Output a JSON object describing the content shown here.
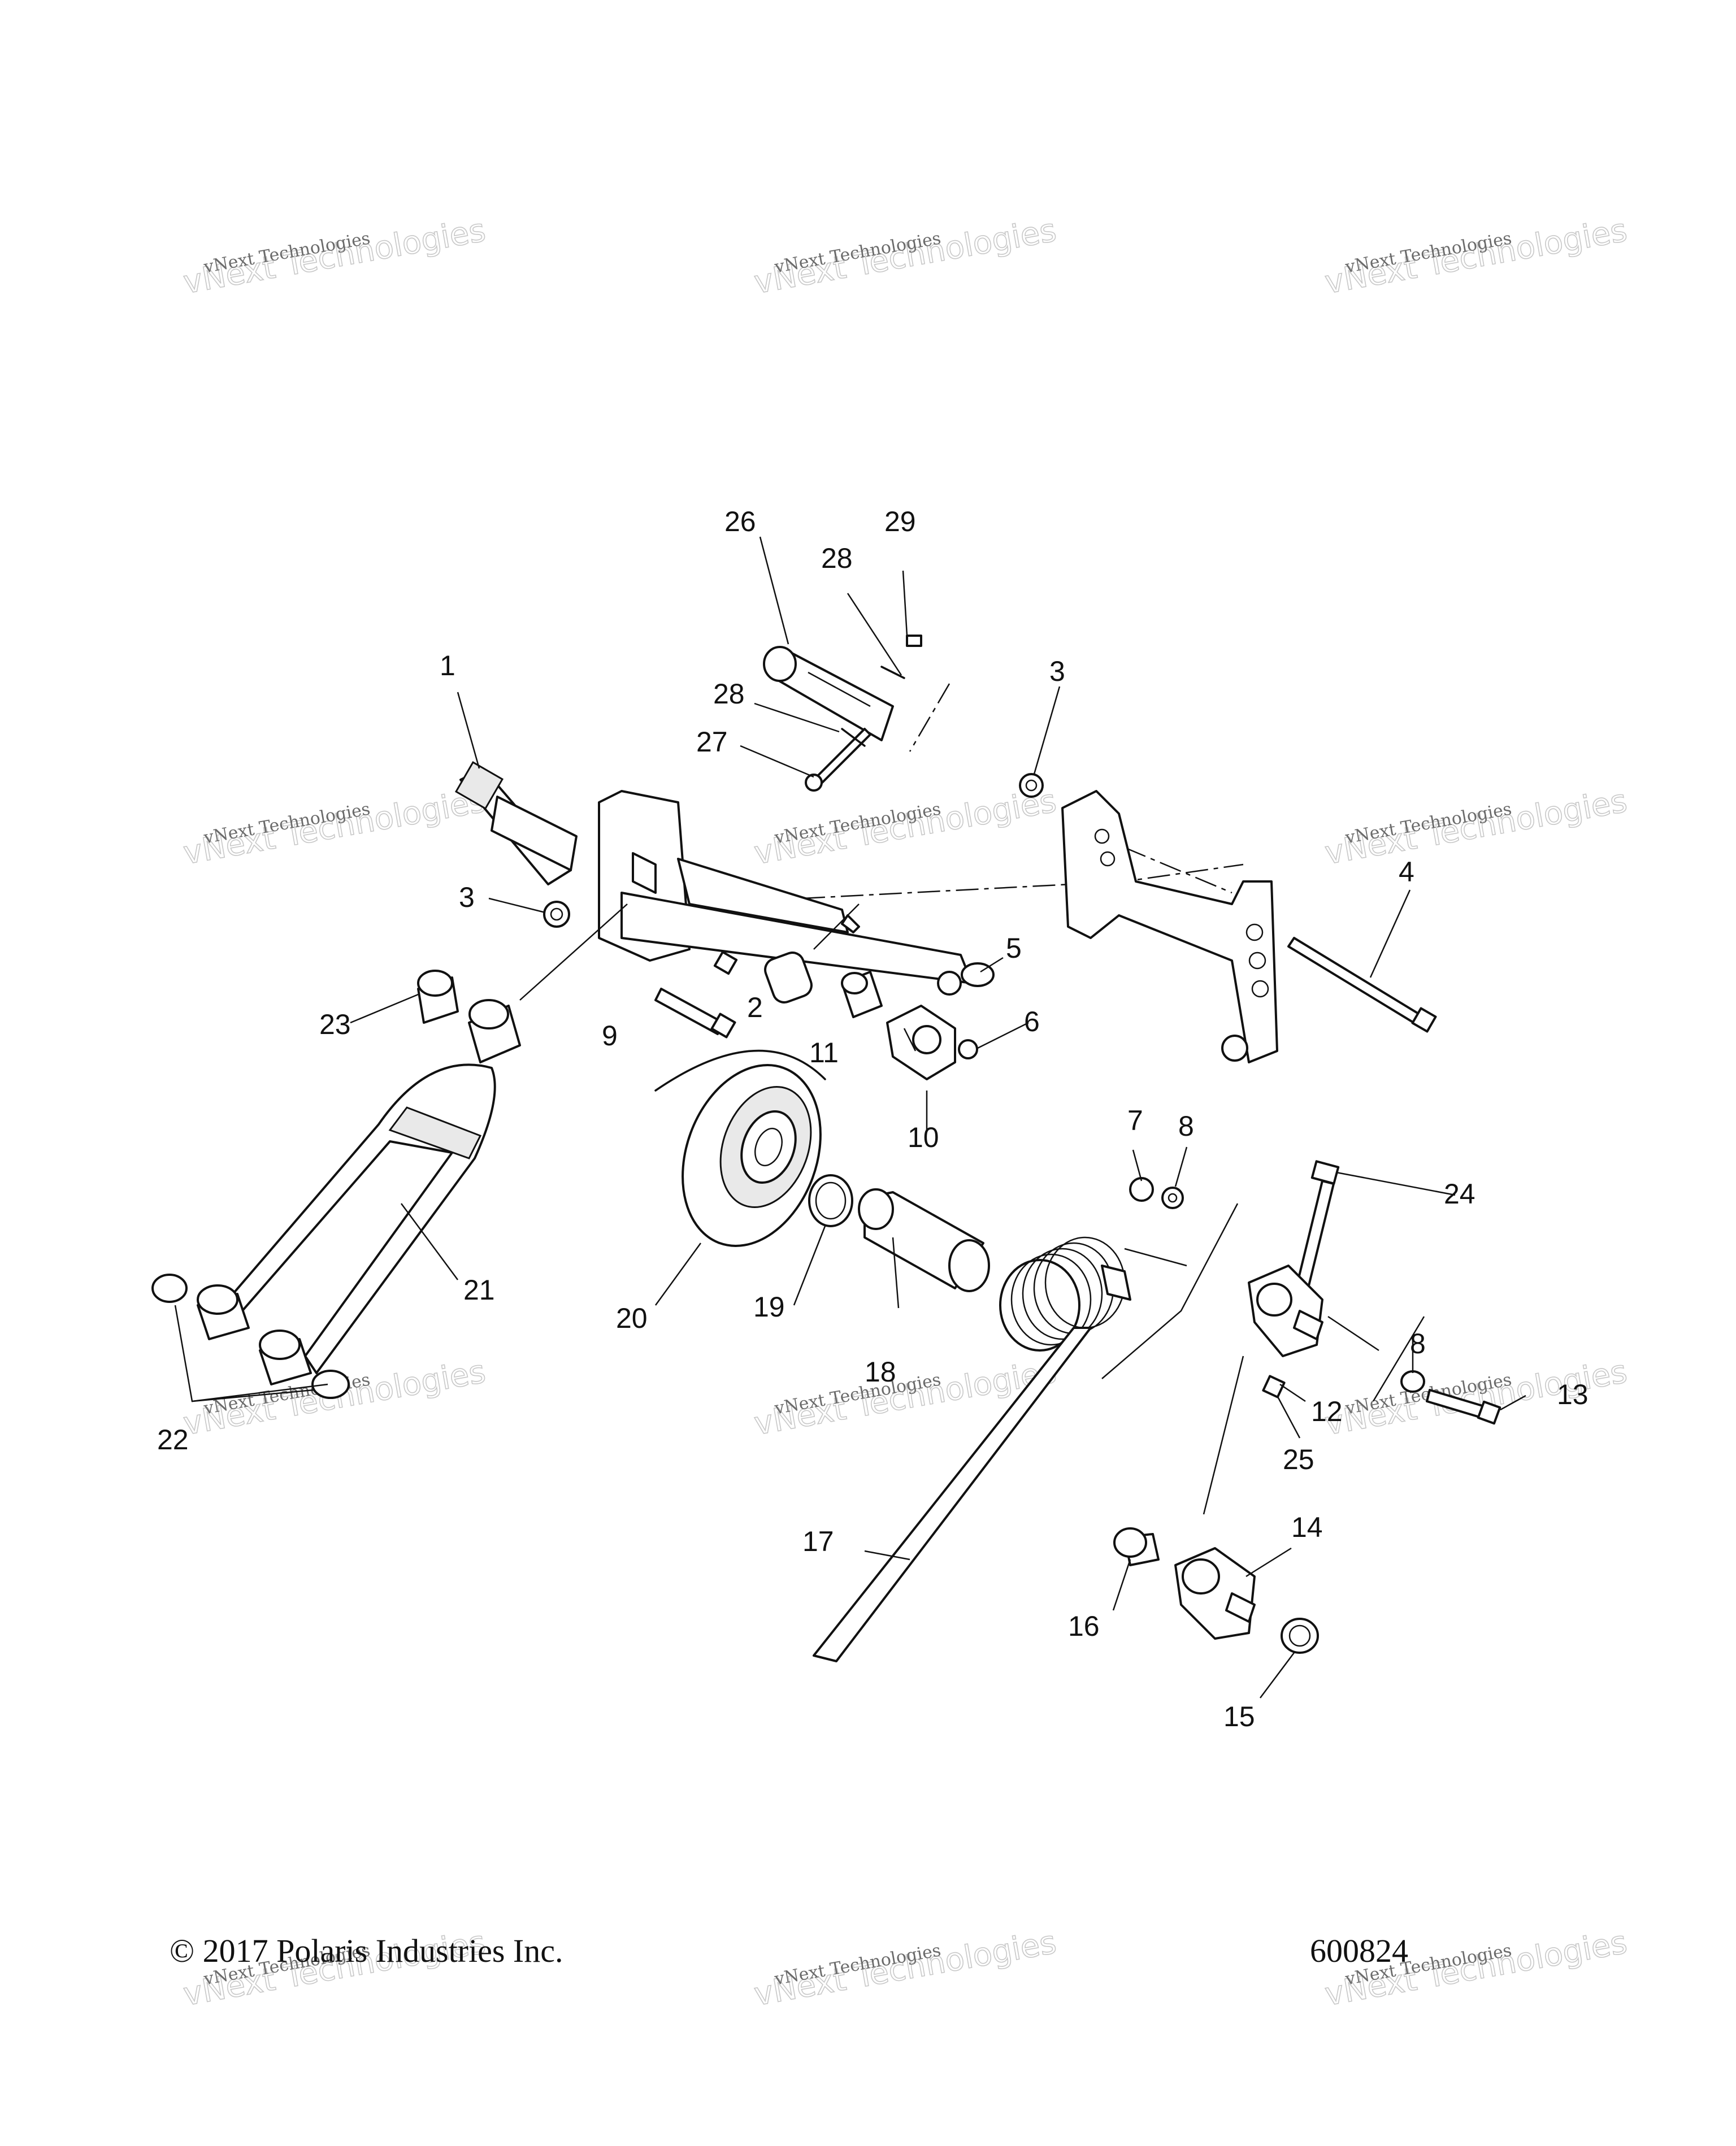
{
  "footer": {
    "copyright": "© 2017 Polaris Industries Inc.",
    "diagram_number": "600824"
  },
  "watermark": {
    "line1": "vNext Technologies",
    "line2": "vNext Technologies"
  },
  "callouts": {
    "c1": "1",
    "c2": "2",
    "c3a": "3",
    "c3b": "3",
    "c4": "4",
    "c5": "5",
    "c6": "6",
    "c7": "7",
    "c8a": "8",
    "c8b": "8",
    "c9": "9",
    "c10": "10",
    "c11": "11",
    "c12": "12",
    "c13": "13",
    "c14": "14",
    "c15": "15",
    "c16": "16",
    "c17": "17",
    "c18": "18",
    "c19": "19",
    "c20": "20",
    "c21": "21",
    "c22": "22",
    "c23": "23",
    "c24": "24",
    "c25": "25",
    "c26": "26",
    "c27": "27",
    "c28a": "28",
    "c28b": "28",
    "c29": "29"
  }
}
